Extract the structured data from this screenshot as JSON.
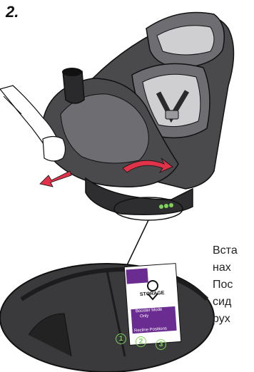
{
  "step": {
    "number": "2."
  },
  "side_text": {
    "lines": [
      "Вста",
      "нах",
      "Пос",
      "сид",
      "рух"
    ]
  },
  "label": {
    "line1": "Booster Mode",
    "line2": "Only",
    "line3": "Recline Positions",
    "storage": "STORAGE",
    "positions": [
      "1",
      "2",
      "3"
    ]
  },
  "colors": {
    "arrow_red": "#e0334a",
    "position_green": "#7fd35a",
    "seat_dark": "#3a3a3c",
    "seat_mid": "#6e6e72",
    "seat_light": "#cfcfd2",
    "label_purple": "#6a2c91"
  }
}
